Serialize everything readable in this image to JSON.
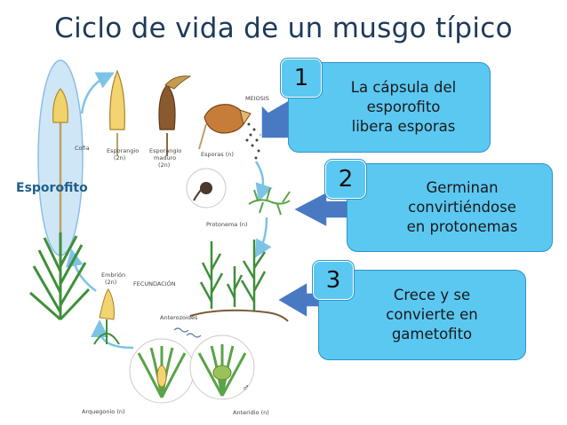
{
  "title": "Ciclo de vida de un musgo típico",
  "sporophyte_label": "Esporofito",
  "stage_labels": {
    "cofia": "Cofia",
    "esporangio": "Esporangio",
    "esporangio_2n": "(2n)",
    "esporangio_maduro": "Esporangio",
    "esporangio_maduro_2": "maduro",
    "esporangio_maduro_2n": "(2n)",
    "meiosis": "MEIOSIS",
    "esporas": "Esporas (n)",
    "protonema": "Protonema (n)",
    "embrion": "Embrión",
    "embrion_2n": "(2n)",
    "fecundacion": "FECUNDACIÓN",
    "anterozoides": "Anterozoides",
    "arquegonio": "Arquegonio (n)",
    "anteridio": "Anteridio (n)",
    "female_symbol": "♀",
    "male_symbol": "♂"
  },
  "callouts": [
    {
      "number": "1",
      "text_lines": [
        "La cápsula del",
        "esporofito",
        "libera esporas"
      ]
    },
    {
      "number": "2",
      "text_lines": [
        "Germinan",
        "convirtiéndose",
        "en protonemas"
      ]
    },
    {
      "number": "3",
      "text_lines": [
        "Crece y se",
        "convierte en",
        "gametofito"
      ]
    }
  ],
  "colors": {
    "callout_fill": "#5bc8f2",
    "callout_border": "#2f93c8",
    "arrow_fill": "#4a79c4",
    "title": "#1f3a5a",
    "cycle_arrow": "#7dc3e6"
  }
}
